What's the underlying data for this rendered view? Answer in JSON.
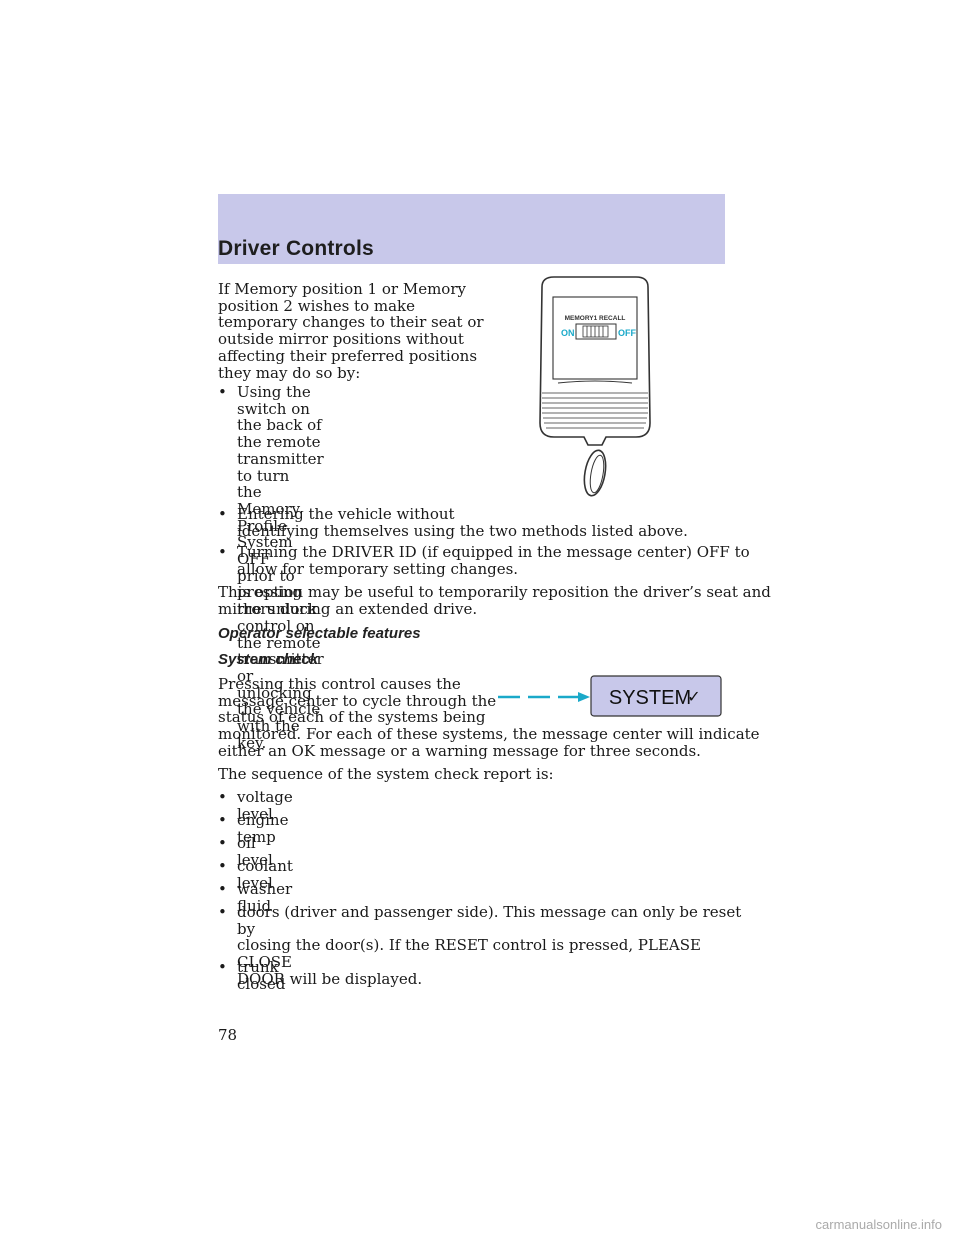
{
  "header": {
    "title": "Driver Controls"
  },
  "intro_lines": [
    "If Memory position 1 or Memory",
    "position 2 wishes to make",
    "temporary changes to their seat or",
    "outside mirror positions without",
    "affecting their preferred positions",
    "they may do so by:"
  ],
  "bullets_a": [
    "Using the switch on the back of\nthe remote transmitter to turn\nthe Memory Profile System OFF\nprior to pressing the unlock\ncontrol on the remote transmitter\nor unlocking the vehicle with the\nkey.",
    "Entering the vehicle without\nidentifying themselves using the two methods listed above.",
    "Turning the DRIVER ID (if equipped in the message center) OFF to\nallow for temporary setting changes."
  ],
  "option_para": [
    "This option may be useful to temporarily reposition the driver’s seat and",
    "mirrors during an extended drive."
  ],
  "section_title": "Operator selectable features",
  "subsection_title": "System check",
  "system_para": [
    "Pressing this control causes the",
    "message center to cycle through the",
    "status of each of the systems being",
    "monitored. For each of these systems, the message center will indicate",
    "either an OK message or a warning message for three seconds."
  ],
  "sequence_intro": "The sequence of the system check report is:",
  "sequence_items": [
    "voltage level",
    "engine temp",
    "oil level",
    "coolant level",
    "washer fluid",
    "doors (driver and passenger side). This message can only be reset by\nclosing the door(s). If the RESET control is pressed, PLEASE CLOSE\nDOOR will be displayed.",
    "trunk closed"
  ],
  "bullet_char": "•",
  "remote_figure": {
    "memory_label": "MEMORY1 RECALL",
    "on_label": "ON",
    "off_label": "OFF",
    "label_color": "#1aa9c9"
  },
  "system_button": {
    "label": "SYSTEM",
    "check_glyph": "✓",
    "fill_color": "#c8c8ea",
    "arrow_color": "#1aa9c9"
  },
  "page_number": "78",
  "watermark": "carmanualsonline.info"
}
